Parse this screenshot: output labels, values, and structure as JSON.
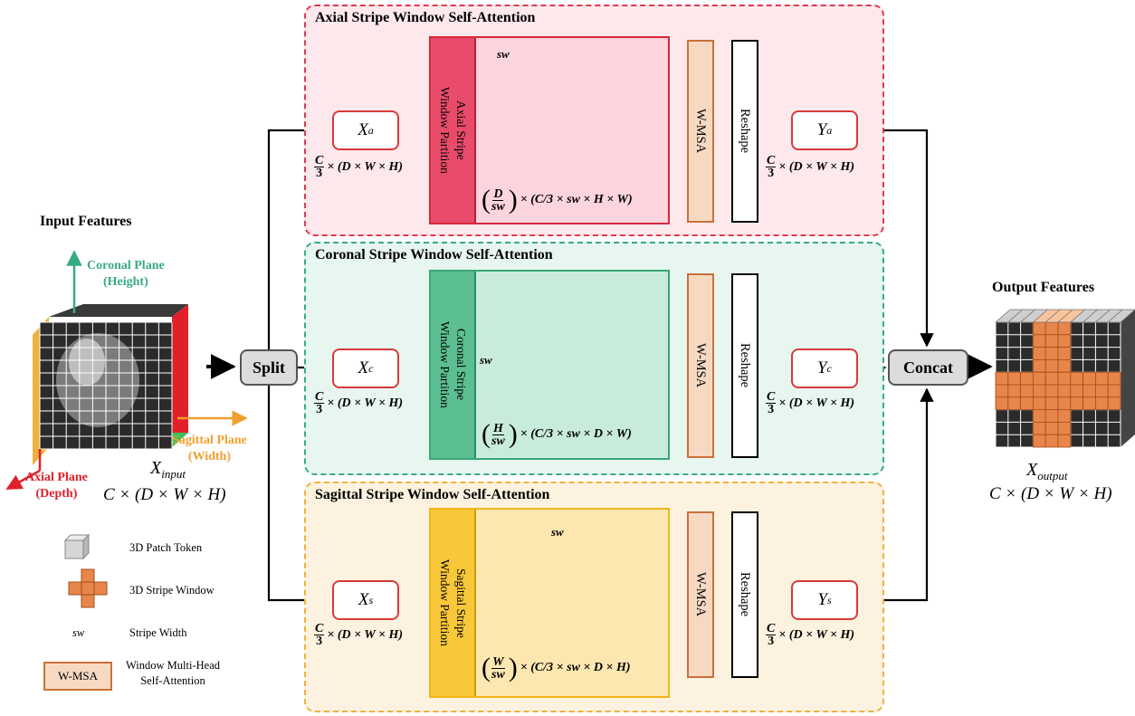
{
  "colors": {
    "axial": "#e03a4e",
    "coronal": "#39ab82",
    "sagittal": "#f0b13e",
    "stripe": "#e8854a",
    "wmsa_fill": "#f7d9c2",
    "wmsa_border": "#c9713a"
  },
  "input": {
    "title": "Input Features",
    "symbol": "X",
    "symbol_sub": "input",
    "shape": "C × (D × W × H)",
    "coronal_plane": "Coronal Plane",
    "coronal_sub": "(Height)",
    "sagittal_plane": "Sagittal Plane",
    "sagittal_sub": "(Width)",
    "axial_plane": "Axial Plane",
    "axial_sub": "(Depth)"
  },
  "split_label": "Split",
  "concat_label": "Concat",
  "output": {
    "title": "Output Features",
    "symbol": "X",
    "symbol_sub": "output",
    "shape": "C × (D × W × H)"
  },
  "branches": {
    "axial": {
      "title": "Axial Stripe Window Self-Attention",
      "partition_line1": "Axial Stripe",
      "partition_line2": "Window Partition",
      "x_sym": "X",
      "x_sub": "a",
      "y_sym": "Y",
      "y_sub": "a",
      "formula_num": "D",
      "formula_den": "sw",
      "formula_rest": "× (C/3 × sw × H × W)",
      "sw_label": "sw"
    },
    "coronal": {
      "title": "Coronal Stripe Window Self-Attention",
      "partition_line1": "Coronal Stripe",
      "partition_line2": "Window Partition",
      "x_sym": "X",
      "x_sub": "c",
      "y_sym": "Y",
      "y_sub": "c",
      "formula_num": "H",
      "formula_den": "sw",
      "formula_rest": "× (C/3 × sw × D × W)",
      "sw_label": "sw"
    },
    "sagittal": {
      "title": "Sagittal Stripe Window Self-Attention",
      "partition_line1": "Sagittal Stripe",
      "partition_line2": "Window Partition",
      "x_sym": "X",
      "x_sub": "s",
      "y_sym": "Y",
      "y_sub": "s",
      "formula_num": "W",
      "formula_den": "sw",
      "formula_rest": "× (C/3 × sw × D × H)",
      "sw_label": "sw"
    }
  },
  "common": {
    "wmsa": "W-MSA",
    "reshape": "Reshape",
    "dim_num": "C",
    "dim_den": "3",
    "dim_rest": "× (D × W × H)",
    "c3_num": "C",
    "c3_den": "3"
  },
  "legend": {
    "patch": "3D Patch Token",
    "stripe": "3D Stripe Window",
    "sw_sym": "sw",
    "sw_desc": "Stripe Width",
    "wmsa_box": "W-MSA",
    "wmsa_desc1": "Window Multi-Head",
    "wmsa_desc2": "Self-Attention"
  }
}
